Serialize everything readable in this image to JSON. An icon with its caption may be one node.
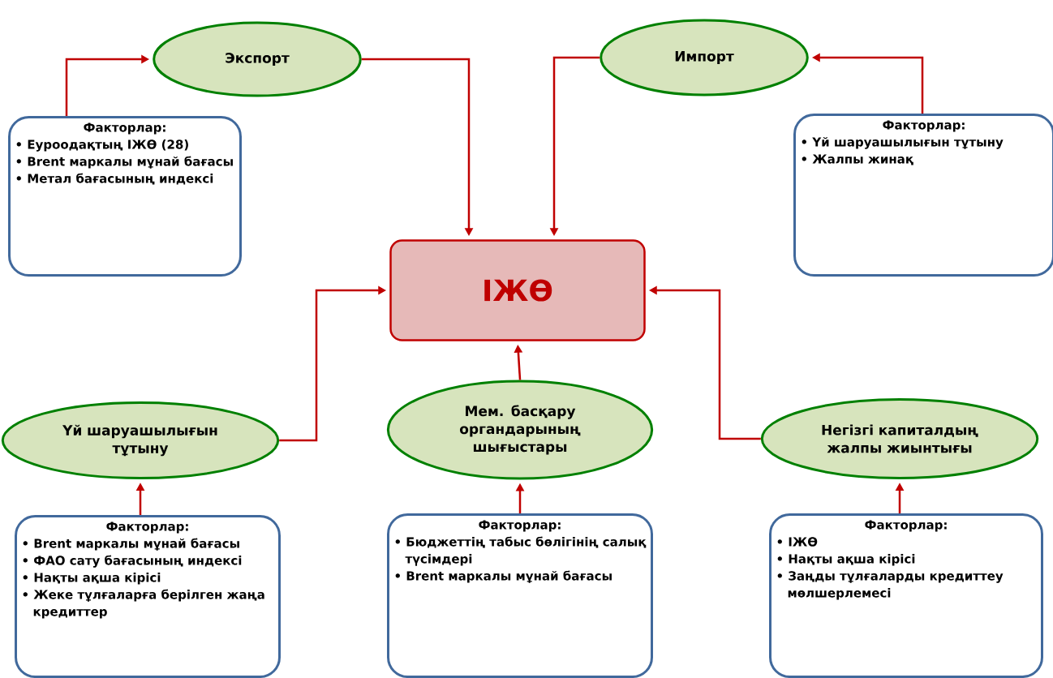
{
  "diagram": {
    "nodes": [
      {
        "text": [
          "Экспорт"
        ]
      },
      {
        "text": [
          "Импорт"
        ]
      },
      {
        "text": [
          "Факторлар:",
          "• Еуроодақтың ІЖӨ (28)",
          "• Brent маркалы мұнай бағасы",
          "• Метал бағасының индексі"
        ]
      },
      {
        "text": [
          "Факторлар:",
          "• Үй шаруашылығын тұтыну",
          "• Жалпы жинақ"
        ]
      },
      {
        "text": [
          "ІЖӨ"
        ]
      },
      {
        "text": [
          "Үй шаруашылығын тұтыну"
        ]
      },
      {
        "text": [
          "Мем. басқару органдарының шығыстары"
        ]
      },
      {
        "text": [
          "Негізгі капиталдың жалпы жиынтығы"
        ]
      },
      {
        "text": [
          "Факторлар:",
          "• Brent маркалы мұнай бағасы",
          "• ФАО сату бағасының индексі",
          "• Нақты ақша кірісі",
          "• Жеке тұлғаларға берілген жаңа кредиттер"
        ]
      },
      {
        "text": [
          "Факторлар:",
          "• Бюджеттің табыс бөлігінің салық түсімдері",
          "• Brent маркалы мұнай бағасы"
        ]
      },
      {
        "text": [
          "Факторлар:",
          "• ІЖӨ",
          "• Нақты ақша кірісі",
          "• Заңды тұлғаларды кредиттеу мөлшерлемесі"
        ]
      }
    ],
    "edges": [
      {
        "from": 2,
        "to": 0,
        "arrow": "to"
      },
      {
        "from": 0,
        "to": 4,
        "arrow": "to"
      },
      {
        "from": 1,
        "to": 4,
        "arrow": "to"
      },
      {
        "from": 3,
        "to": 1,
        "arrow": "to"
      },
      {
        "from": 5,
        "to": 4,
        "arrow": "to"
      },
      {
        "from": 6,
        "to": 4,
        "arrow": "to"
      },
      {
        "from": 7,
        "to": 4,
        "arrow": "to"
      },
      {
        "from": 8,
        "to": 5,
        "arrow": "to"
      },
      {
        "from": 9,
        "to": 6,
        "arrow": "to"
      },
      {
        "from": 10,
        "to": 7,
        "arrow": "to"
      }
    ]
  }
}
